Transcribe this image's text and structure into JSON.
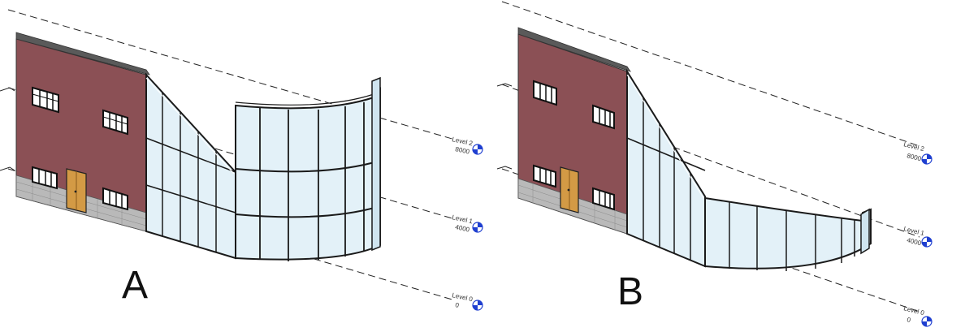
{
  "panels": [
    {
      "caption": "A",
      "levels": [
        {
          "name": "Level 2",
          "elevation": "8000"
        },
        {
          "name": "Level 1",
          "elevation": "4000"
        },
        {
          "name": "Level 0",
          "elevation": "0"
        }
      ]
    },
    {
      "caption": "B",
      "levels": [
        {
          "name": "Level 2",
          "elevation": "8000"
        },
        {
          "name": "Level 1",
          "elevation": "4000"
        },
        {
          "name": "Level 0",
          "elevation": "0"
        }
      ]
    }
  ],
  "colors": {
    "brick": "#8b5055",
    "stone": "#b9b9b9",
    "glass": "#e3f1f8",
    "mullion": "#1a1a1a",
    "door": "#d39a45",
    "level_marker": "#1f3fd0"
  }
}
